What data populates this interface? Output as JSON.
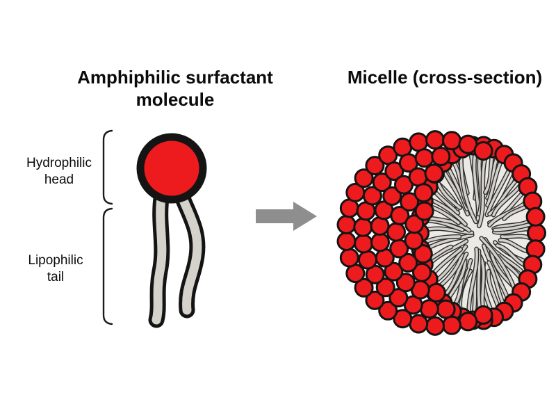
{
  "colors": {
    "background": "#ffffff",
    "head_red": "#ed1b1e",
    "outline_black": "#141414",
    "tail_gray": "#d4d2cb",
    "tail_outline": "#2f2f2f",
    "arrow_gray": "#8e8e8e",
    "interior_bg": "#eceae5"
  },
  "left_panel": {
    "title_line1": "Amphiphilic surfactant",
    "title_line2": "molecule",
    "label_head_line1": "Hydrophilic",
    "label_head_line2": "head",
    "label_tail_line1": "Lipophilic",
    "label_tail_line2": "tail"
  },
  "right_panel": {
    "title": "Micelle (cross-section)"
  }
}
